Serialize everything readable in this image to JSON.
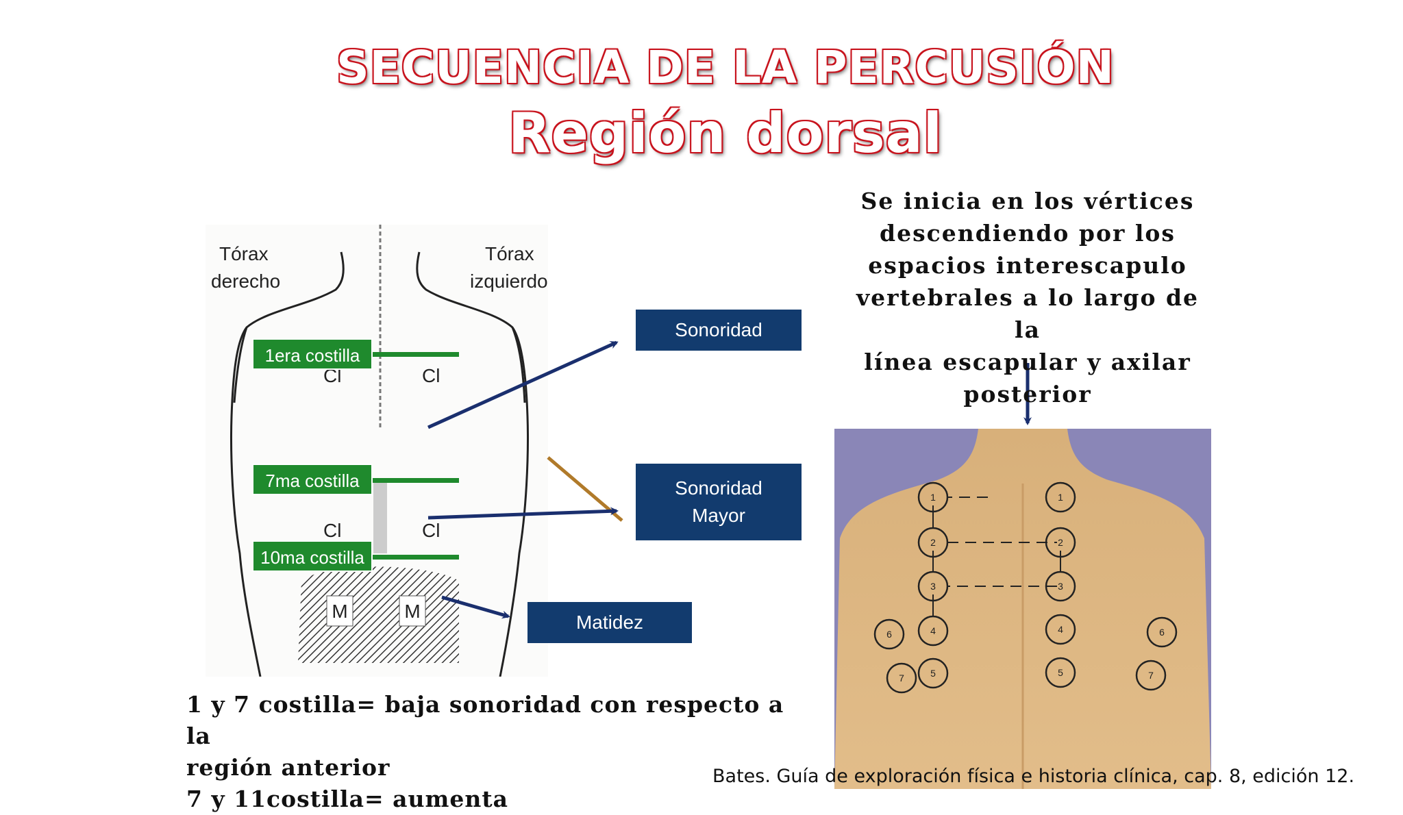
{
  "title": {
    "line1": "SECUENCIA DE LA PERCUSIÓN",
    "line2": "Región dorsal"
  },
  "diagram": {
    "torso_right_label": [
      "Tórax",
      "derecho"
    ],
    "torso_left_label": [
      "Tórax",
      "izquierdo"
    ],
    "ribs": [
      "1era costilla",
      "7ma costilla",
      "10ma costilla"
    ],
    "cl_labels": [
      "Cl",
      "Cl",
      "Cl",
      "Cl"
    ],
    "m_labels": [
      "M",
      "M"
    ],
    "boxes": {
      "sonoridad": "Sonoridad",
      "sonoridad_mayor": [
        "Sonoridad",
        "Mayor"
      ],
      "matidez": "Matidez"
    }
  },
  "description": [
    "Se inicia en los vértices",
    "descendiendo por los",
    "espacios interescapulo",
    "vertebrales a lo largo de la",
    "línea escapular y axilar",
    "posterior"
  ],
  "notes": [
    "1 y 7 costilla= baja sonoridad con respecto a la",
    "región anterior",
    "7 y 11costilla= aumenta"
  ],
  "photo_points": {
    "left": [
      "1",
      "2",
      "3",
      "4",
      "5"
    ],
    "right": [
      "1",
      "2",
      "3",
      "4",
      "5"
    ],
    "outer_left": [
      "6",
      "7"
    ],
    "outer_right": [
      "6",
      "7"
    ]
  },
  "citation": "Bates. Guía de exploración física e historia clínica, cap. 8,  edición 12.",
  "colors": {
    "title_outline": "#c8141e",
    "label_green": "#1f8a2d",
    "box_blue": "#123b6e",
    "arrow_blue": "#1a2f6e"
  }
}
